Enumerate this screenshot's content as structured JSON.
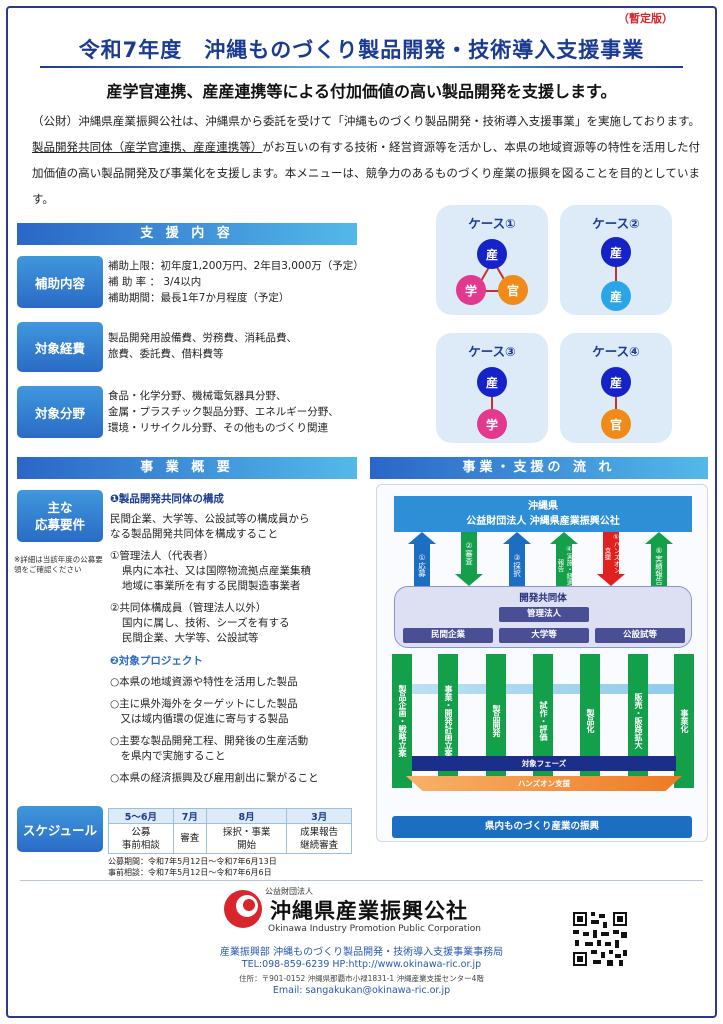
{
  "header": {
    "draft": "（暫定版）",
    "title": "令和7年度　沖縄ものづくり製品開発・技術導入支援事業",
    "lead": "産学官連携、産産連携等による付加価値の高い製品開発を支援します。"
  },
  "intro": {
    "p1": "（公財）沖縄県産業振興公社は、沖縄県から委託を受けて「沖縄ものづくり製品開発・技術導入支援事業」を実施しております。",
    "p2a": "製品開発共同体（産学官連携、産産連携等）",
    "p2b": "がお互いの有する技術・経営資源等を活かし、本県の地域資源等の特性を活用した付加価値の高い製品開発及び事業化を支援します。本メニューは、競争力のあるものづくり産業の振興を図ることを目的としています。"
  },
  "support": {
    "band": "支 援 内 容",
    "rows": [
      {
        "label": "補助内容",
        "lines": [
          "補助上限：初年度1,200万円、2年目3,000万（予定）",
          "補 助 率 ： 3/4以内",
          "補助期間：最長1年7か月程度（予定）"
        ]
      },
      {
        "label": "対象経費",
        "lines": [
          "製品開発用設備費、労務費、消耗品費、",
          "旅費、委託費、借料費等"
        ]
      },
      {
        "label": "対象分野",
        "lines": [
          "食品・化学分野、機械電気器具分野、",
          "金属・プラスチック製品分野、エネルギー分野、",
          "環境・リサイクル分野、その他ものづくり関連"
        ]
      }
    ]
  },
  "cases": [
    {
      "title": "ケース①",
      "nodes": [
        "産",
        "学",
        "官"
      ]
    },
    {
      "title": "ケース②",
      "nodes": [
        "産",
        "産"
      ]
    },
    {
      "title": "ケース③",
      "nodes": [
        "産",
        "学"
      ]
    },
    {
      "title": "ケース④",
      "nodes": [
        "産",
        "官"
      ]
    }
  ],
  "overview": {
    "band": "事 業 概 要",
    "req_label": "主な\n応募要件",
    "note": "※詳細は当該年度の公募要領をご確認ください",
    "h1": "❶製品開発共同体の構成",
    "t1": [
      "民間企業、大学等、公設試等の構成員から",
      "なる製品開発共同体を構成すること"
    ],
    "s1": "①管理法人（代表者）",
    "t2": [
      "県内に本社、又は国際物流拠点産業集積",
      "地域に事業所を有する民間製造事業者"
    ],
    "s2": "②共同体構成員（管理法人以外）",
    "t3": [
      "国内に属し、技術、シーズを有する",
      "民間企業、大学等、公設試等"
    ],
    "h2": "❷対象プロジェクト",
    "projects": [
      [
        "○本県の地域資源や特性を活用した製品"
      ],
      [
        "○主に県外海外をターゲットにした製品",
        "　又は域内循環の促進に寄与する製品"
      ],
      [
        "○主要な製品開発工程、開発後の生産活動",
        "　を県内で実施すること"
      ],
      [
        "○本県の経済振興及び雇用創出に繋がること"
      ]
    ]
  },
  "schedule": {
    "label": "スケジュール",
    "months": [
      "5～6月",
      "7月",
      "8月",
      "3月"
    ],
    "items": [
      "公募\n事前相談",
      "審査",
      "採択・事業\n開始",
      "成果報告\n継続審査"
    ],
    "period1": "公募期間：令和7年5月12日～令和7年6月13日",
    "period2": "事前相談：令和7年5月12日～令和7年6月6日"
  },
  "flow": {
    "band": "事業・支援の 流 れ",
    "top1": "沖縄県",
    "top2": "公益財団法人 沖縄県産業振興公社",
    "arrows": [
      "①応募",
      "②審査",
      "③採択",
      "④実施・経過報告",
      "⑤ハンズオン支援",
      "⑥実績報告"
    ],
    "kyodo": "開発共同体",
    "kanri": "管理法人",
    "members": [
      "民間企業",
      "大学等",
      "公設試等"
    ],
    "phases": [
      "製品企画・戦略立案",
      "事業・開発計画立案",
      "製品開発",
      "試作・評価",
      "製品化",
      "販売・販路拡大",
      "事業化"
    ],
    "taisho": "対象フェーズ",
    "handson": "ハンズオン支援",
    "goal": "県内ものづくり産業の振興"
  },
  "footer": {
    "org_small": "公益財団法人",
    "org_name": "沖縄県産業振興公社",
    "org_en": "Okinawa Industry Promotion Public Corporation",
    "dept": "産業振興部 沖縄ものづくり製品開発・技術導入支援事業事務局",
    "tel": "TEL:098-859-6239 HP:http://www.okinawa-ric.or.jp",
    "address": "住所：〒901-0152 沖縄県那覇市小禄1831-1 沖縄産業支援センター4階",
    "email": "Email: sangakukan@okinawa-ric.or.jp"
  },
  "colors": {
    "primary": "#1b3b93",
    "accent": "#2a6bc6",
    "green": "#14a04a",
    "red": "#e0211f",
    "orange": "#ee7a24"
  }
}
